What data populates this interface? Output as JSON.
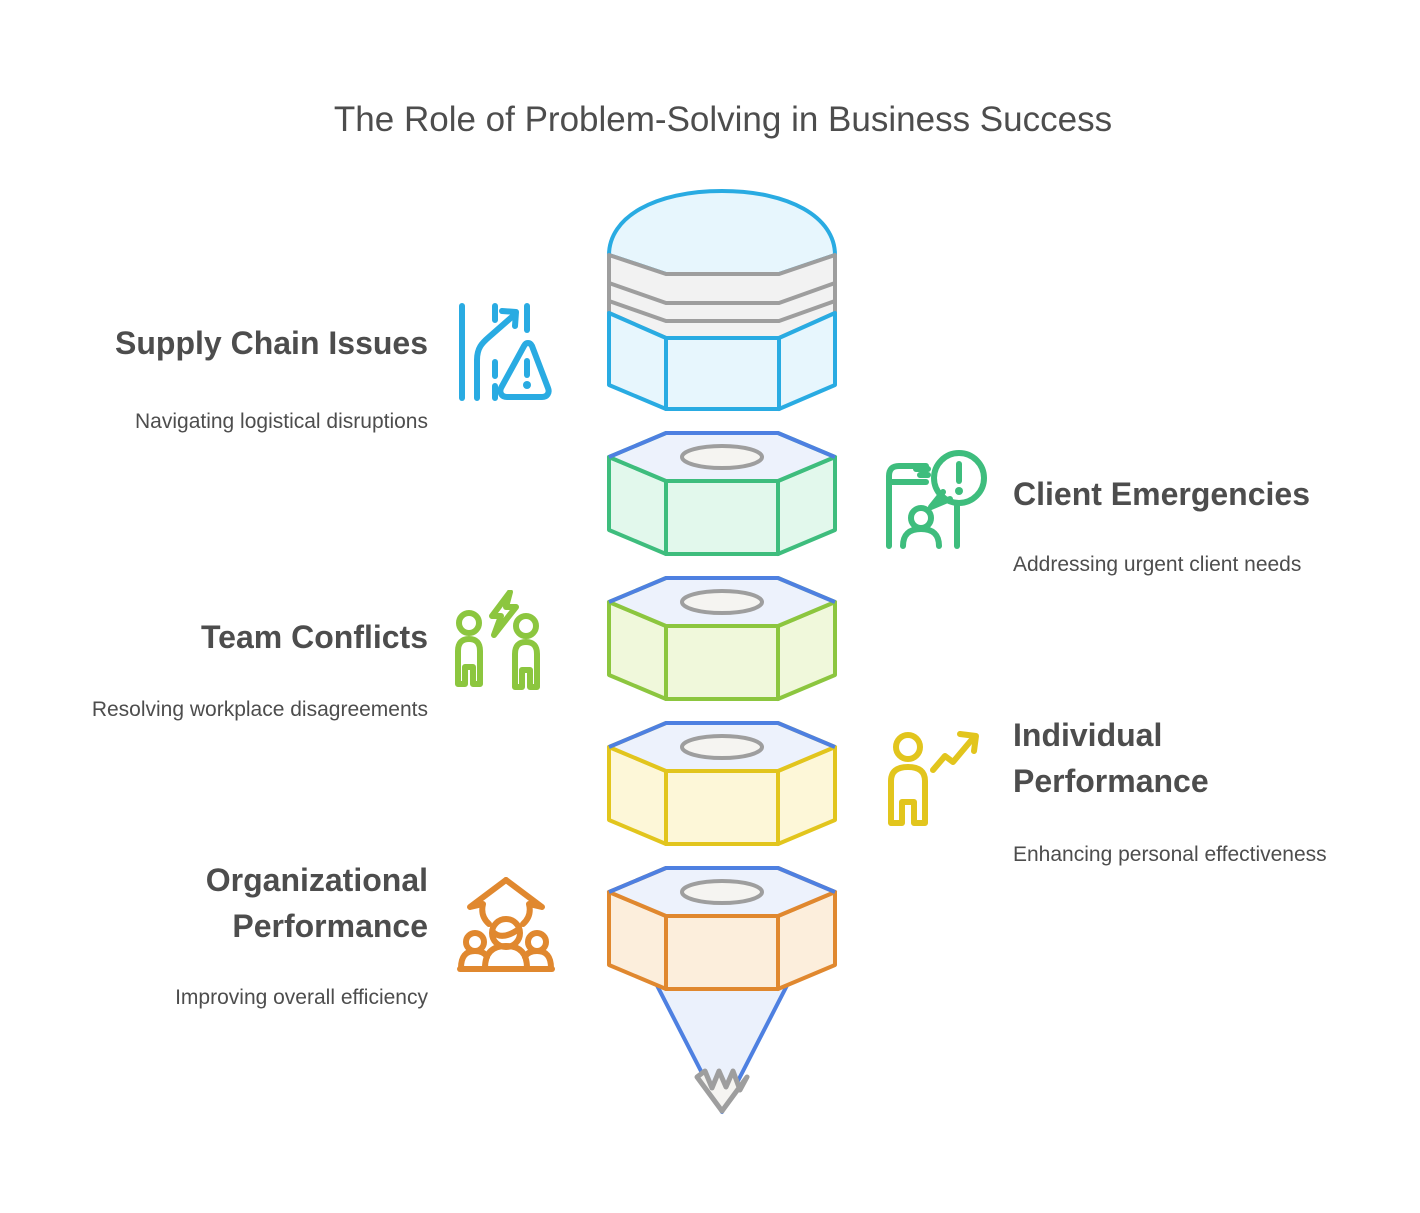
{
  "title": "The Role of Problem-Solving in Business Success",
  "items": [
    {
      "label": "Supply Chain Issues",
      "sublabel": "Navigating logistical disruptions",
      "icon": "road-warning-icon",
      "side": "left"
    },
    {
      "label": "Client Emergencies",
      "sublabel": "Addressing urgent client needs",
      "icon": "phone-alert-icon",
      "side": "right"
    },
    {
      "label": "Team Conflicts",
      "sublabel": "Resolving workplace disagreements",
      "icon": "people-conflict-icon",
      "side": "left"
    },
    {
      "label": "Individual Performance",
      "sublabel": "Enhancing personal effectiveness",
      "icon": "person-growth-icon",
      "side": "right"
    },
    {
      "label": "Organizational Performance",
      "sublabel": "Improving overall efficiency",
      "icon": "group-growth-arrow-icon",
      "side": "left"
    }
  ],
  "funnel_stages": [
    "cap-stack-blue",
    "hex-green",
    "hex-lime",
    "hex-yellow",
    "hex-orange-with-cone"
  ],
  "colors": {
    "bg": "#FFFFFF",
    "text": "#4D4D4D",
    "cyan": "#29ABE2",
    "cyan-fill": "#E7F6FD",
    "royal": "#4E80E1",
    "top-face": "#EDF2FC",
    "green": "#3EBD7D",
    "green-fill": "#E2F8EC",
    "lime": "#8CC63F",
    "lime-fill": "#F0F8DB",
    "yellow": "#E2C51D",
    "yellow-fill": "#FDF7D8",
    "orange": "#E0882F",
    "orange-fill": "#FCEEDC",
    "cone-fill": "#EBF1FC",
    "gray": "#9E9E9E",
    "gray-fill": "#F2F2F2",
    "ellipse-fill": "#F5F4F1"
  }
}
